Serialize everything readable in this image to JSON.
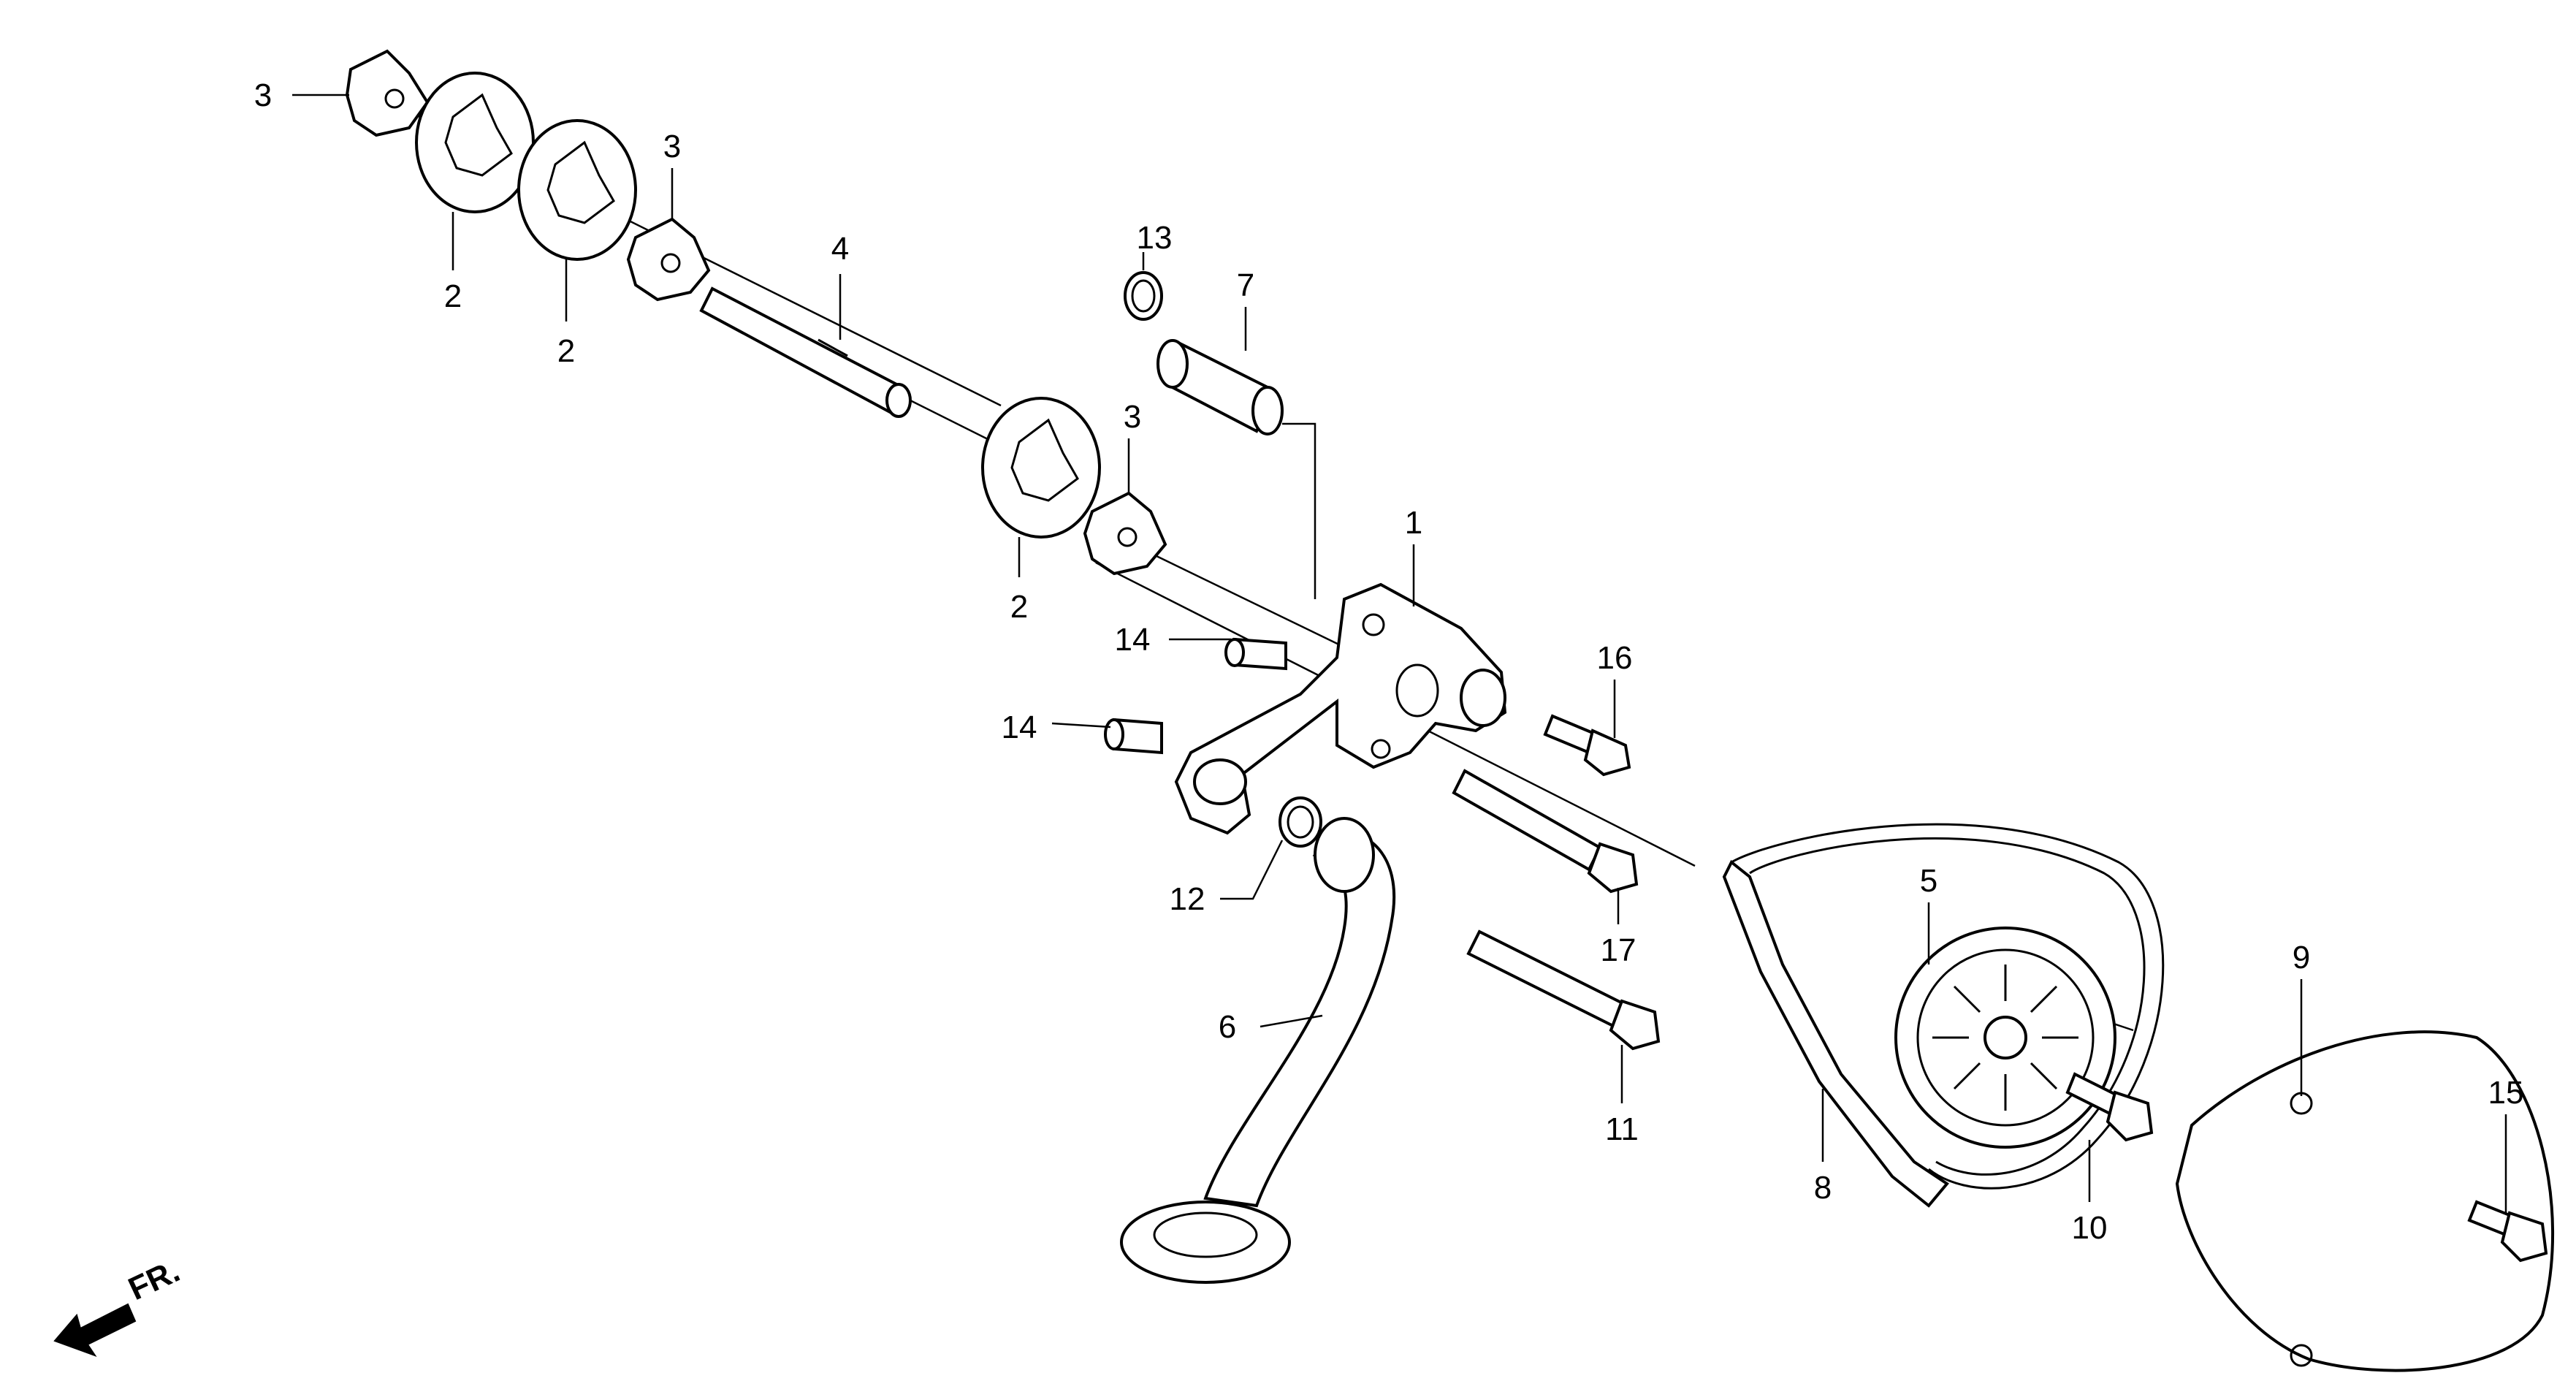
{
  "callouts": [
    {
      "id": "c3a",
      "label": "3"
    },
    {
      "id": "c2a",
      "label": "2"
    },
    {
      "id": "c2b",
      "label": "2"
    },
    {
      "id": "c3b",
      "label": "3"
    },
    {
      "id": "c4",
      "label": "4"
    },
    {
      "id": "c13",
      "label": "13"
    },
    {
      "id": "c7",
      "label": "7"
    },
    {
      "id": "c3c",
      "label": "3"
    },
    {
      "id": "c2c",
      "label": "2"
    },
    {
      "id": "c1",
      "label": "1"
    },
    {
      "id": "c14a",
      "label": "14"
    },
    {
      "id": "c14b",
      "label": "14"
    },
    {
      "id": "c16",
      "label": "16"
    },
    {
      "id": "c12",
      "label": "12"
    },
    {
      "id": "c17",
      "label": "17"
    },
    {
      "id": "c6",
      "label": "6"
    },
    {
      "id": "c11",
      "label": "11"
    },
    {
      "id": "c5",
      "label": "5"
    },
    {
      "id": "c8",
      "label": "8"
    },
    {
      "id": "c10",
      "label": "10"
    },
    {
      "id": "c9",
      "label": "9"
    },
    {
      "id": "c15",
      "label": "15"
    }
  ],
  "direction_label": "FR."
}
